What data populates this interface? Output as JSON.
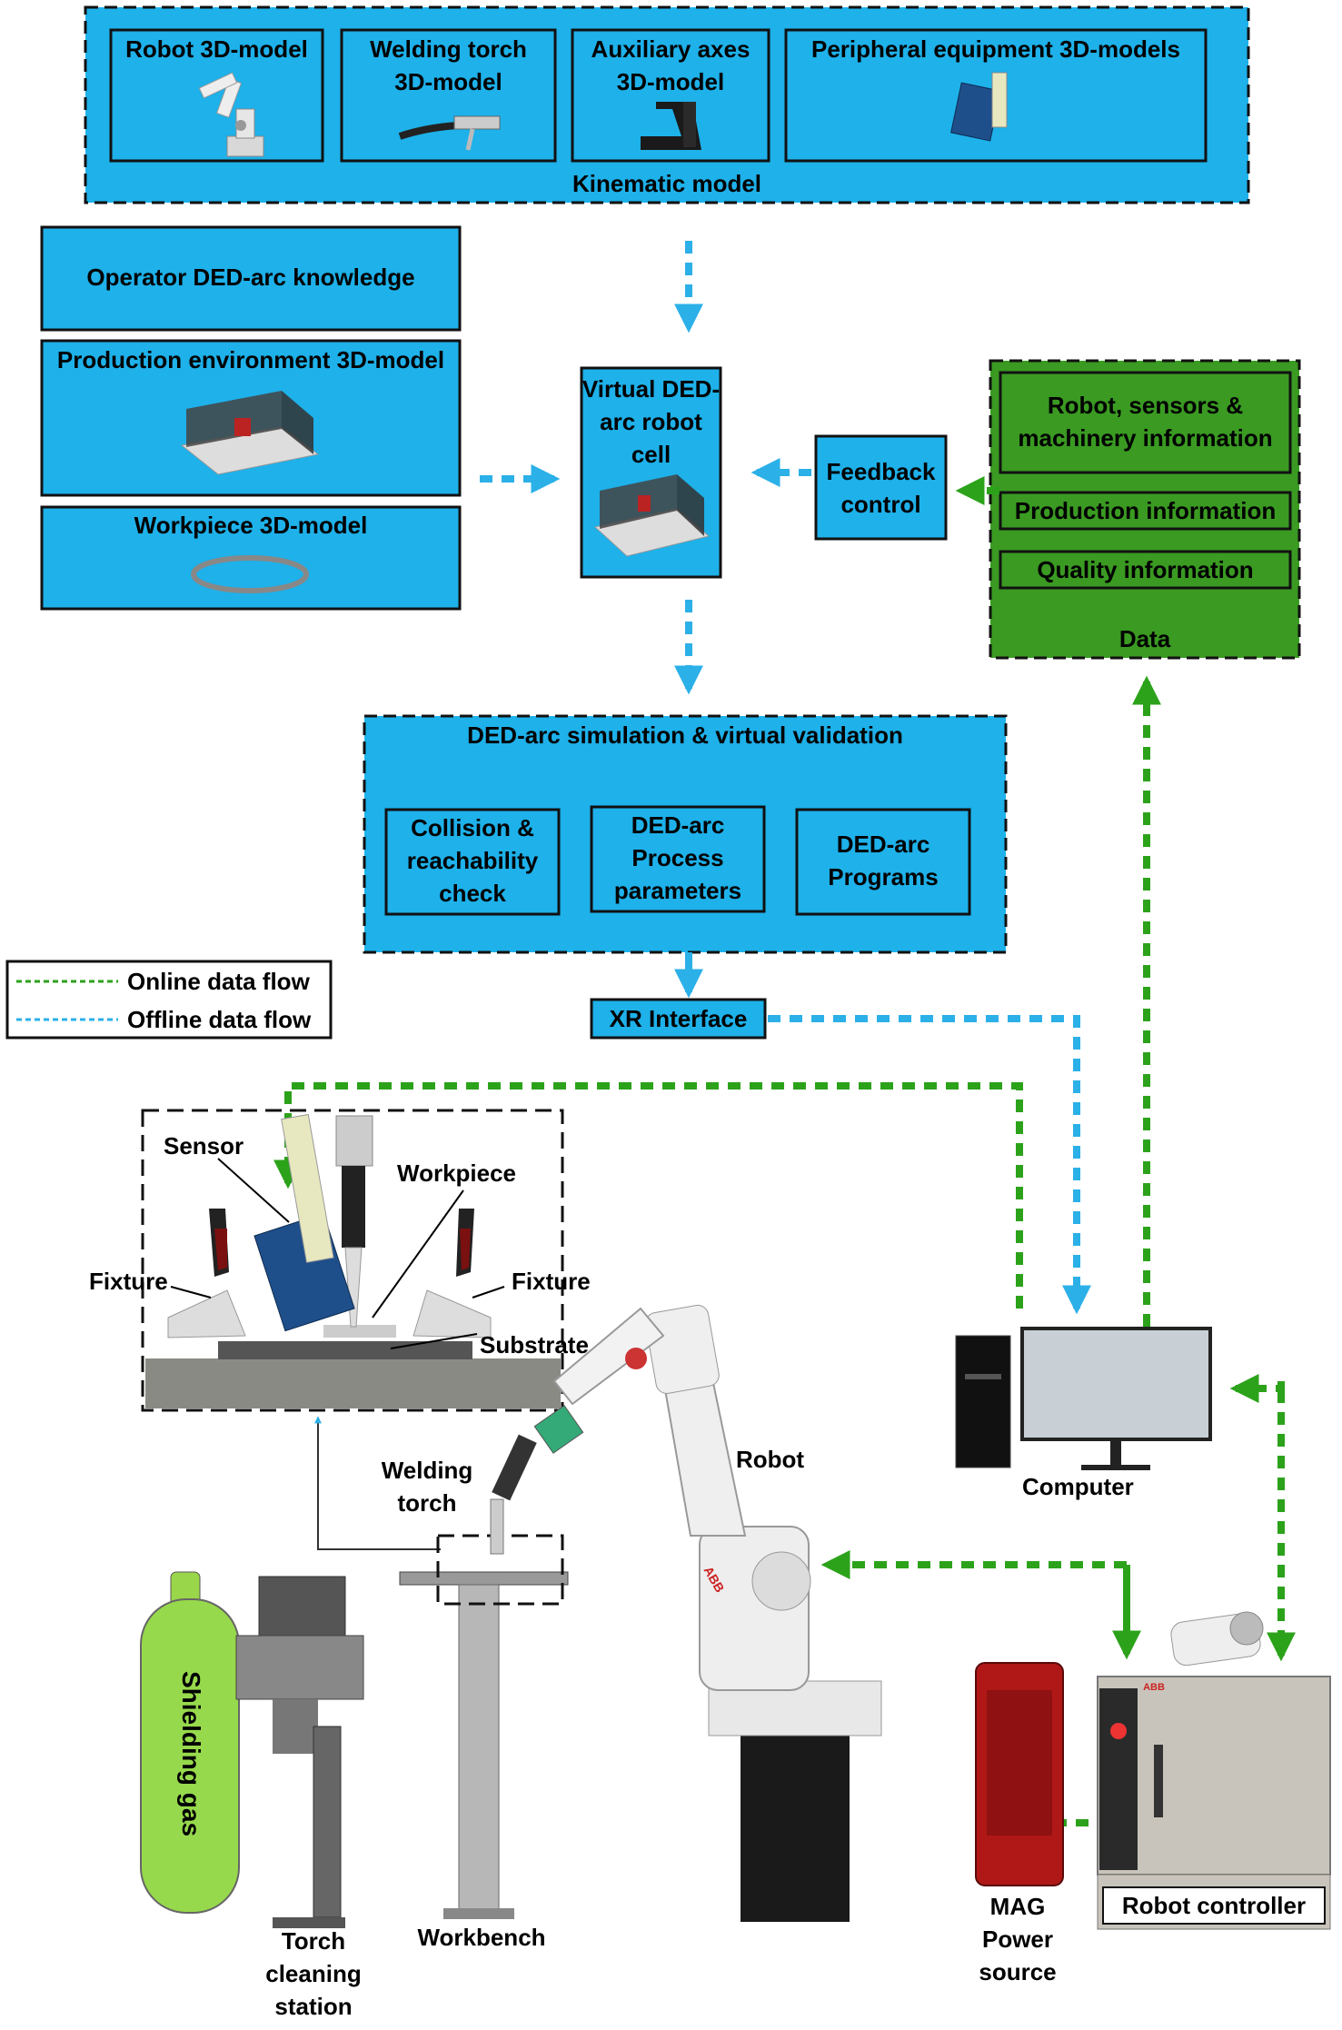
{
  "kinematic": {
    "title": "Kinematic model",
    "items": [
      "Robot 3D-model",
      "Welding torch\n3D-model",
      "Auxiliary axes\n3D-model",
      "Peripheral equipment 3D-models"
    ]
  },
  "inputs": {
    "operator": "Operator DED-arc knowledge",
    "environment": "Production environment 3D-model",
    "workpiece": "Workpiece 3D-model"
  },
  "virtual_cell": "Virtual DED-\narc robot cell",
  "feedback": "Feedback\ncontrol",
  "data": {
    "title": "Data",
    "items": [
      "Robot, sensors &\nmachinery information",
      "Production information",
      "Quality information"
    ]
  },
  "simulation": {
    "title": "DED-arc simulation & virtual validation",
    "items": [
      "Collision &\nreachability\ncheck",
      "DED-arc\nProcess\nparameters",
      "DED-arc\nPrograms"
    ]
  },
  "legend": {
    "online": "Online data flow",
    "offline": "Offline data flow"
  },
  "xr_interface": "XR Interface",
  "physical": {
    "sensor": "Sensor",
    "workpiece": "Workpiece",
    "fixture_left": "Fixture",
    "fixture_right": "Fixture",
    "substrate": "Substrate",
    "welding_torch": "Welding\ntorch",
    "robot": "Robot",
    "computer": "Computer",
    "shielding_gas": "Shielding gas",
    "torch_cleaning": "Torch\ncleaning\nstation",
    "workbench": "Workbench",
    "mag_power": "MAG\nPower\nsource",
    "robot_controller": "Robot controller",
    "abb_logo": "ABB"
  },
  "colors": {
    "blue_box": "#1EB1EA",
    "green_box": "#3A9A22",
    "online_flow": "#2CA21B",
    "offline_flow": "#2BB0E8"
  }
}
